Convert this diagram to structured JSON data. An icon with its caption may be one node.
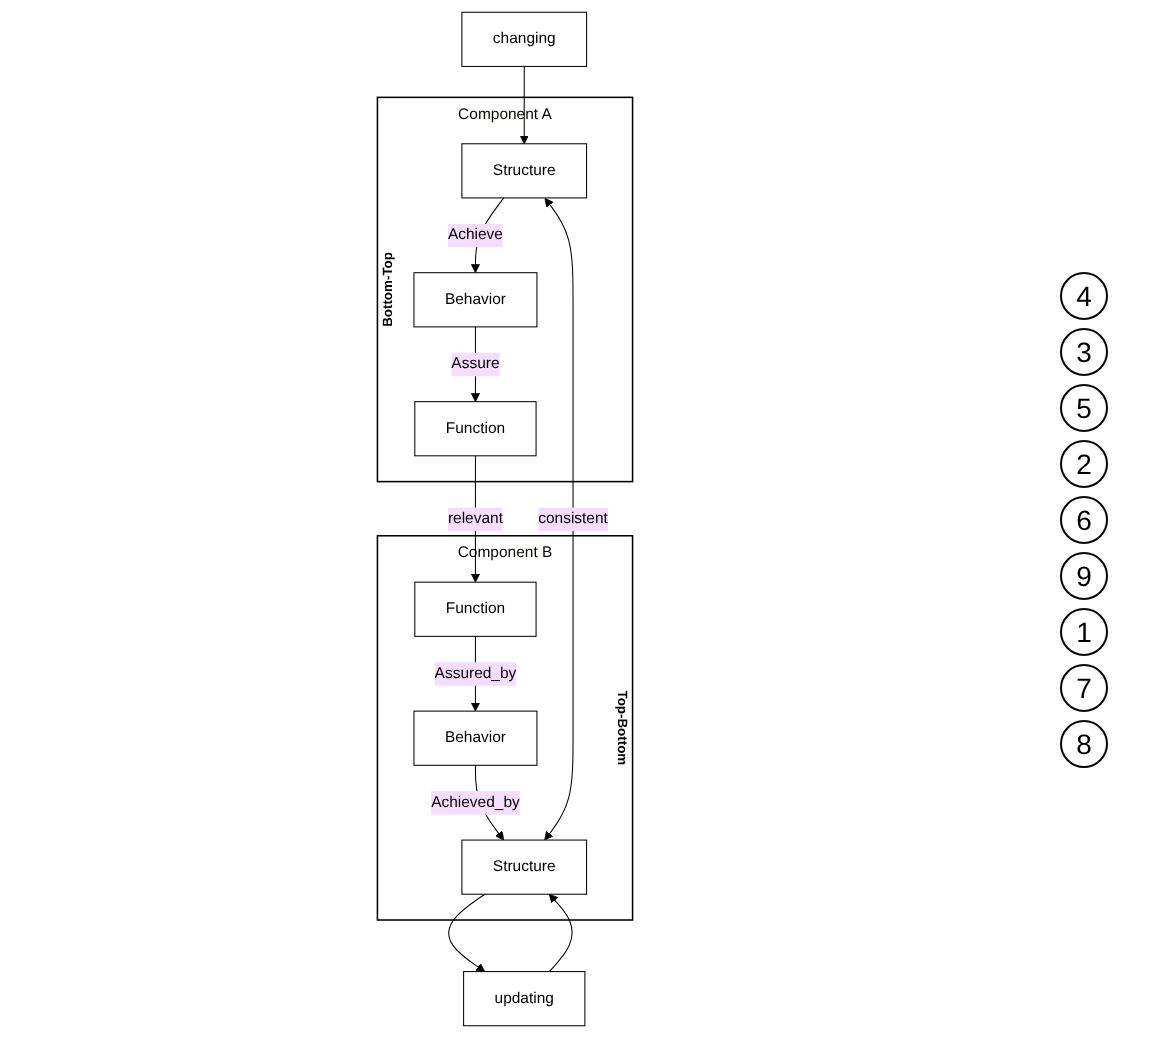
{
  "diagram": {
    "nodes": [
      {
        "text": [
          "Component A"
        ],
        "beside": [
          "Bottom-Top"
        ]
      },
      {
        "text": [
          "Function"
        ],
        "in": 0
      },
      {
        "text": [
          "Behavior"
        ],
        "in": 0
      },
      {
        "text": [
          "Structure"
        ],
        "in": 0
      },
      {
        "text": [
          "Component B"
        ],
        "beside": [
          "Top-Bottom"
        ]
      },
      {
        "text": [
          "Function"
        ],
        "in": 4
      },
      {
        "text": [
          "Behavior"
        ],
        "in": 4
      },
      {
        "text": [
          "Structure"
        ],
        "in": 4
      },
      {
        "text": [
          "changing"
        ]
      },
      {
        "text": [
          "updating"
        ]
      }
    ],
    "edges": [
      {
        "from": 2,
        "to": 1,
        "arrow": "to",
        "label": "Assure"
      },
      {
        "from": 3,
        "to": 2,
        "arrow": "to",
        "label": "Achieve"
      },
      {
        "from": 1,
        "to": 5,
        "arrow": "to",
        "label": "relevant"
      },
      {
        "from": 5,
        "to": 6,
        "arrow": "to",
        "label": "Assured_by"
      },
      {
        "from": 6,
        "to": 7,
        "arrow": "to",
        "label": "Achieved_by"
      },
      {
        "from": 3,
        "to": 7,
        "arrow": "both",
        "label": "consistent"
      },
      {
        "from": 8,
        "to": 3,
        "arrow": "to"
      },
      {
        "from": 7,
        "to": 9,
        "arrow": "to"
      },
      {
        "from": 9,
        "to": 7,
        "arrow": "to"
      }
    ],
    "labels": [
      "4",
      "3",
      "5",
      "2",
      "6",
      "9",
      "1",
      "7",
      "8"
    ]
  }
}
